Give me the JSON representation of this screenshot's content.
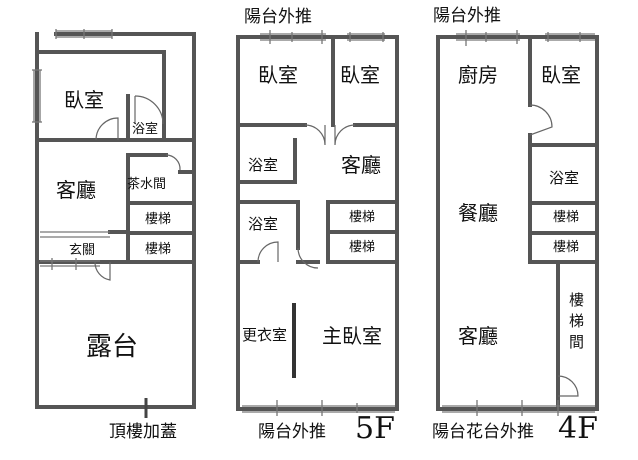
{
  "plans": [
    {
      "id": "roof",
      "rooms": {
        "bedroom": "臥室",
        "bath": "浴室",
        "living": "客廳",
        "tea": "茶水間",
        "stairs1": "樓梯",
        "stairs2": "樓梯",
        "foyer": "玄關",
        "terrace": "露台"
      },
      "caption": "頂樓加蓋"
    },
    {
      "id": "5f",
      "top_label": "陽台外推",
      "rooms": {
        "bedroom_a": "臥室",
        "bedroom_b": "臥室",
        "bath_a": "浴室",
        "living": "客廳",
        "bath_b": "浴室",
        "stairs1": "樓梯",
        "stairs2": "樓梯",
        "closet": "更衣室",
        "master": "主臥室"
      },
      "caption": "陽台外推",
      "floor": "5F"
    },
    {
      "id": "4f",
      "top_label": "陽台外推",
      "rooms": {
        "kitchen": "廚房",
        "bedroom": "臥室",
        "bath": "浴室",
        "dining": "餐廳",
        "stairs1": "樓梯",
        "stairs2": "樓梯",
        "living": "客廳",
        "stairwell": "樓梯間"
      },
      "caption": "陽台花台外推",
      "floor": "4F"
    }
  ]
}
